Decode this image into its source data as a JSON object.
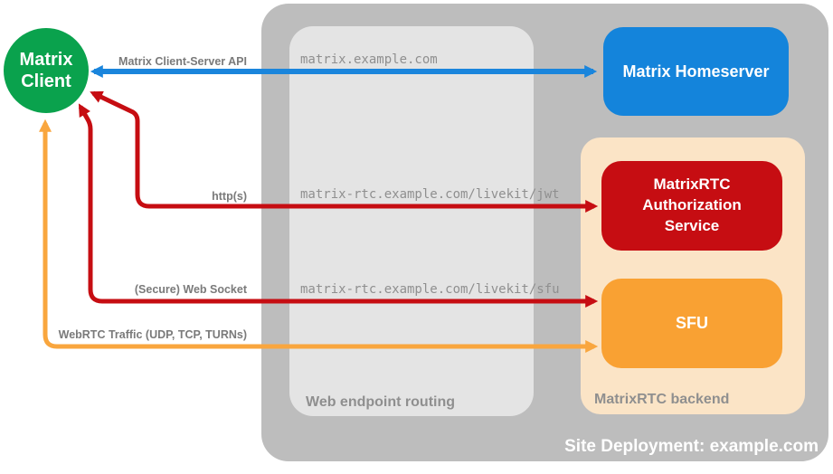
{
  "diagram_title": "Site Deployment: example.com",
  "colors": {
    "client_green": "#0AA24D",
    "homeserver_blue": "#1484DB",
    "auth_red": "#C60D12",
    "sfu_orange": "#F9A133",
    "backend_peach": "#FBE4C6",
    "site_container_gray": "#BDBDBD",
    "routing_box_gray": "#E4E4E4",
    "arrow_blue": "#1A85DC",
    "arrow_red": "#C60D12",
    "arrow_orange": "#F9A63E"
  },
  "nodes": {
    "client": {
      "lines": [
        "Matrix",
        "Client"
      ]
    },
    "homeserver": {
      "label": "Matrix Homeserver"
    },
    "auth_service": {
      "label": "MatrixRTC Authorization Service"
    },
    "sfu": {
      "label": "SFU"
    }
  },
  "containers": {
    "site_deployment": {
      "label": "Site Deployment: example.com"
    },
    "web_endpoint_routing": {
      "label": "Web endpoint routing"
    },
    "matrixrtc_backend": {
      "label": "MatrixRTC backend"
    }
  },
  "endpoints": [
    "matrix.example.com",
    "matrix-rtc.example.com/livekit/jwt",
    "matrix-rtc.example.com/livekit/sfu"
  ],
  "arrows": [
    {
      "label": "Matrix Client-Server API",
      "color": "#1A85DC",
      "from": "Matrix Client",
      "to": "Matrix Homeserver"
    },
    {
      "label": "http(s)",
      "color": "#C60D12",
      "from": "Matrix Client",
      "to": "MatrixRTC Authorization Service"
    },
    {
      "label": "(Secure) Web Socket",
      "color": "#C60D12",
      "from": "Matrix Client",
      "to": "SFU"
    },
    {
      "label": "WebRTC Traffic (UDP, TCP, TURNs)",
      "color": "#F9A63E",
      "from": "Matrix Client",
      "to": "SFU"
    }
  ]
}
